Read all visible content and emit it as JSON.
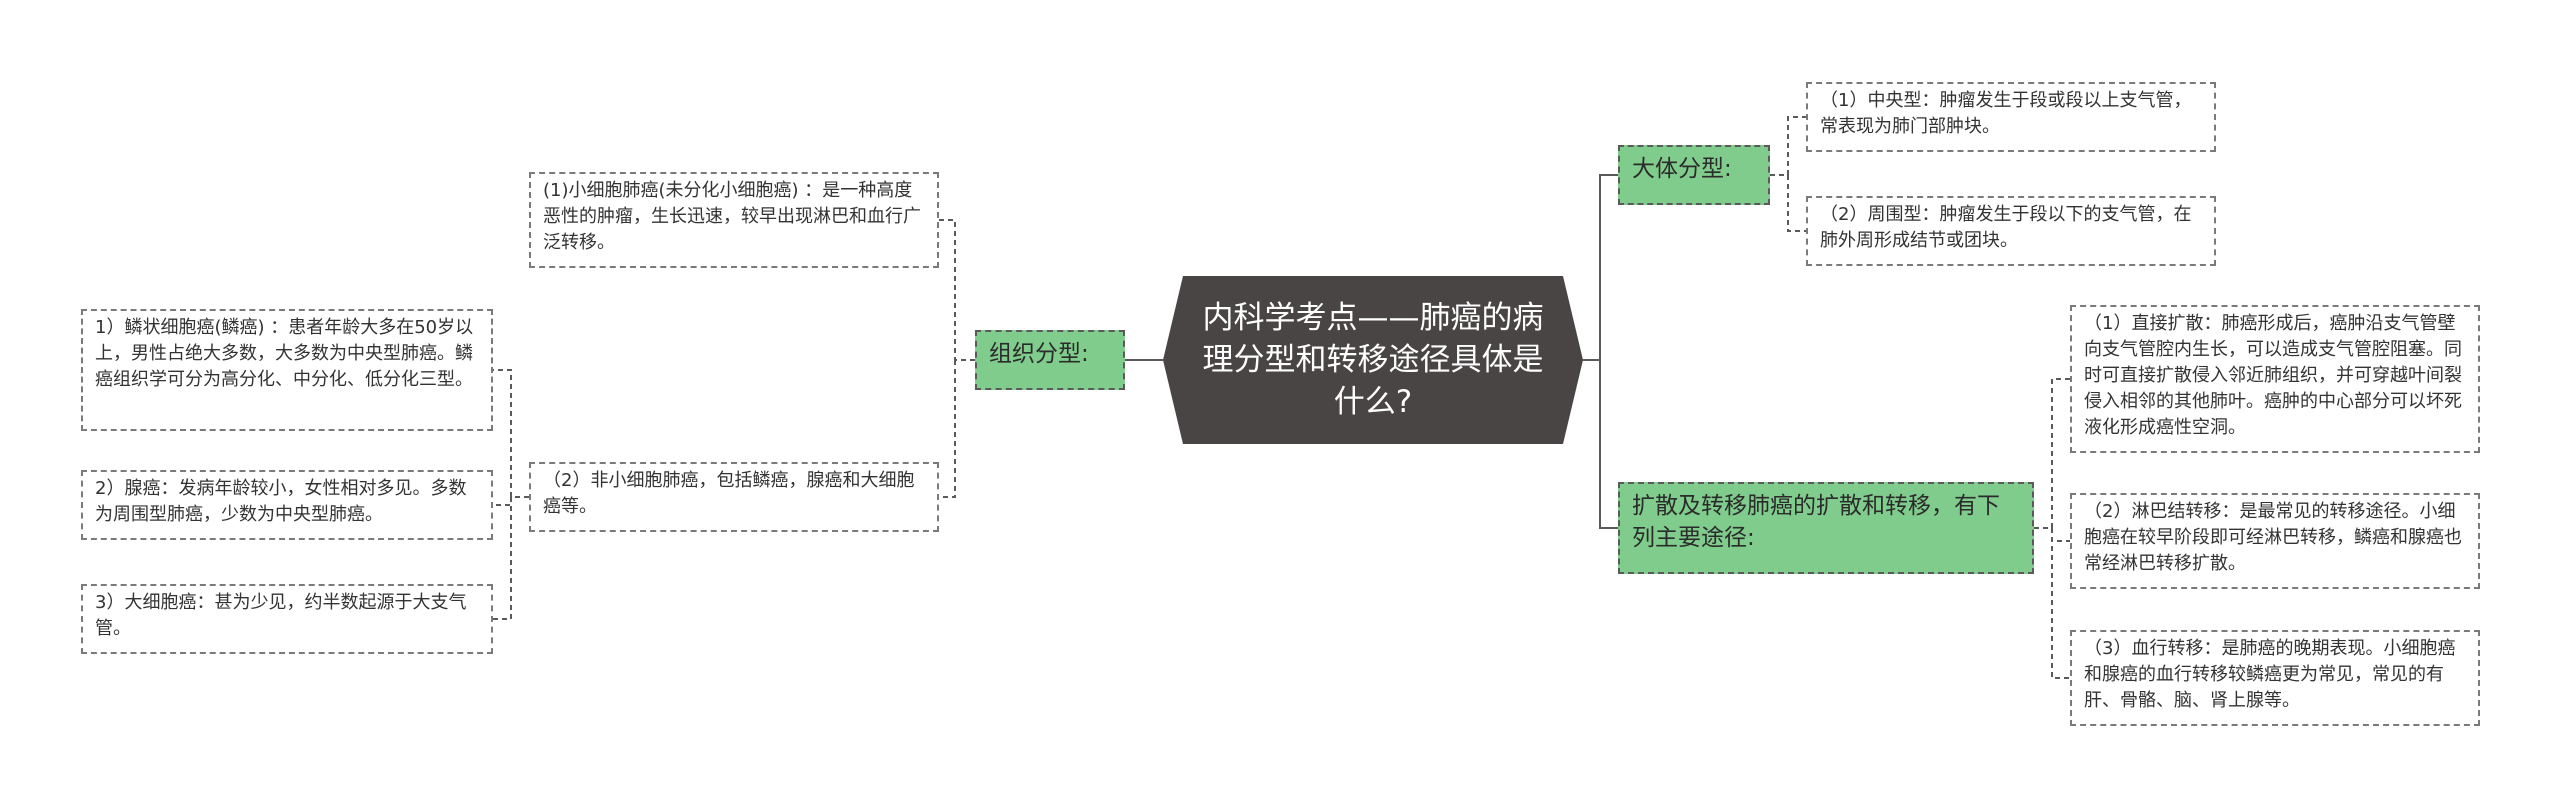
{
  "root": {
    "title": "内科学考点——肺癌的病理分型和转移途径具体是什么?"
  },
  "left": {
    "label": "组织分型:",
    "small_cell": "(1)小细胞肺癌(未分化小细胞癌) ：是一种高度恶性的肿瘤，生长迅速，较早出现淋巴和血行广泛转移。",
    "non_small_cell": {
      "label": "（2）非小细胞肺癌，包括鳞癌，腺癌和大细胞癌等。",
      "items": [
        "1）鳞状细胞癌(鳞癌) ：患者年龄大多在50岁以上，男性占绝大多数，大多数为中央型肺癌。鳞癌组织学可分为高分化、中分化、低分化三型。",
        "2）腺癌：发病年龄较小，女性相对多见。多数为周围型肺癌，少数为中央型肺癌。",
        "3）大细胞癌：甚为少见，约半数起源于大支气管。"
      ]
    }
  },
  "right": {
    "gross": {
      "label": "大体分型:",
      "items": [
        "（1）中央型：肿瘤发生于段或段以上支气管，常表现为肺门部肿块。",
        "（2）周围型：肿瘤发生于段以下的支气管，在肺外周形成结节或团块。"
      ]
    },
    "spread": {
      "label": "扩散及转移肺癌的扩散和转移，有下列主要途径:",
      "items": [
        "（1）直接扩散：肺癌形成后，癌肿沿支气管壁向支气管腔内生长，可以造成支气管腔阻塞。同时可直接扩散侵入邻近肺组织，并可穿越叶间裂侵入相邻的其他肺叶。癌肿的中心部分可以坏死液化形成癌性空洞。",
        "（2）淋巴结转移：是最常见的转移途径。小细胞癌在较早阶段即可经淋巴转移，鳞癌和腺癌也常经淋巴转移扩散。",
        "（3）血行转移：是肺癌的晚期表现。小细胞癌和腺癌的血行转移较鳞癌更为常见，常见的有肝、骨骼、脑、肾上腺等。"
      ]
    }
  },
  "colors": {
    "root_fill": "#4a4545",
    "category_fill": "#80cc8c",
    "connector": "#5a5a5a",
    "leaf_border": "#7a7a7a"
  }
}
